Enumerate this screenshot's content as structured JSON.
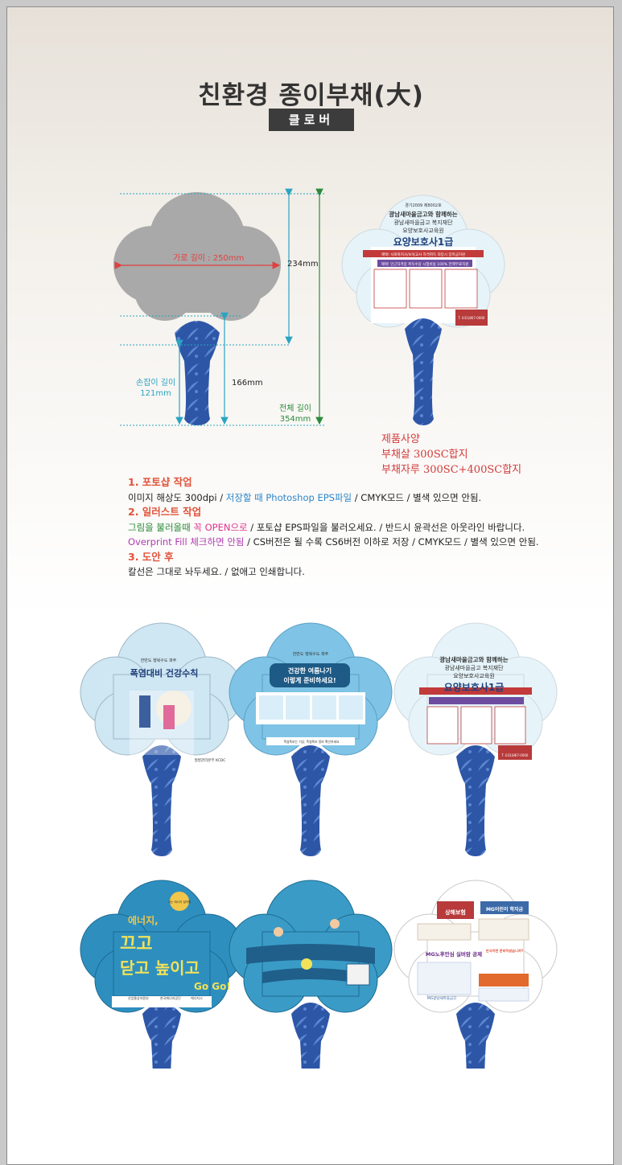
{
  "title": "친환경 종이부채(大)",
  "subtitle": "클로버",
  "diagram": {
    "width_label": "가로 길이 : 250mm",
    "height_label": "234mm",
    "handle_height_label": "166mm",
    "handle_length_label_line1": "손잡이 길이",
    "handle_length_label_line2": "121mm",
    "total_length_label_line1": "전체 길이",
    "total_length_label_line2": "354mm"
  },
  "spec": {
    "line1": "제품사양",
    "line2": "부채살 300SC합지",
    "line3": "부채자루 300SC+400SC합지"
  },
  "notes": {
    "s1_title": "1. 포토샵 작업",
    "s1_a": "이미지 해상도 300dpi / ",
    "s1_b": "저장할 때 Photoshop EPS파일",
    "s1_c": " / CMYK모드 / 별색 있으면 안됨.",
    "s2_title": "2. 일러스트 작업",
    "s2_a": "그림을 불러올때 ",
    "s2_b": "꼭 OPEN으로",
    "s2_c": " / 포토샵 EPS파일을 불러오세요. / 반드시 윤곽선은 아웃라인 바랍니다.",
    "s2_d": "Overprint Fill 체크하면 안됨",
    "s2_e": " / CS버전은 될 수록 CS6버전 이하로 저장 / CMYK모드 / 별색 있으면 안됨.",
    "s3_title": "3. 도안 후",
    "s3_a": "칼선은 그대로 놔두세요. / 없애고 인쇄합니다."
  },
  "fans": {
    "edu": {
      "reg": "경기2009 제8002호",
      "l1": "광남새마을금고와 함께하는",
      "l2": "광남새마을금고 복지재단",
      "l3": "요양보호사교육원",
      "main": "요양보호사1급",
      "banner": "혜택! 사회복지사/보육교사 자격취득 희망시 장학금지원",
      "banner2": "혜택! 인근자격증 취득수당 시험비용 100% 전액무료지원",
      "phone": "T. 031)867-0000"
    },
    "heat": {
      "org": "한반도 행복수도 파주",
      "title": "폭염대비 건강수칙",
      "agency": "질병관리본부 KCDC"
    },
    "summer": {
      "org": "한반도 행복수도 파주",
      "title_l1": "건강한 여름나기",
      "title_l2": "이렇게 준비하세요!",
      "footer": "폭염특보는 기상, 폭염특보 정보 확인하세요"
    },
    "energy": {
      "badge": "나는 에너지 절약왕",
      "l1": "에너지,",
      "l2": "끄고",
      "l3": "닫고 높이고",
      "l4": "Go Go!",
      "logo1": "산업통상자원부",
      "logo2": "한국에너지공단",
      "logo3": "에너지시"
    },
    "mg": {
      "t1": "상해보험",
      "t2": "MG어린이 학자금",
      "t3": "MG노후안심 실버암 공제",
      "q": "만식이면 준비하셨습니까?",
      "footer": "MG광남새마을금고"
    }
  }
}
